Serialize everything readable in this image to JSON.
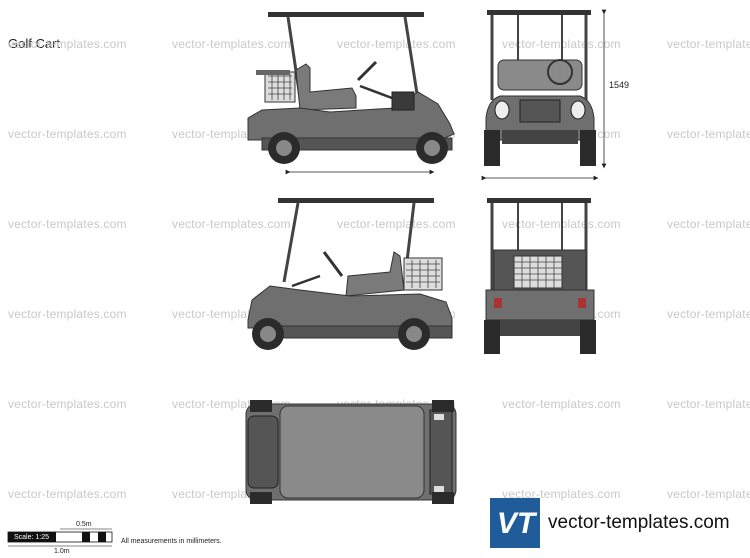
{
  "title": "Golf Cart",
  "watermark": "vector-templates.com",
  "dimension_height": "1549",
  "scale": {
    "label": "Scale: 1:25",
    "half": "0.5m",
    "full": "1.0m"
  },
  "note": "All measurements in millimeters.",
  "brand": {
    "logo_text": "VT",
    "url": "vector-templates.com",
    "logo_color": "#1f5c99"
  },
  "colors": {
    "body": "#6f6f6f",
    "dark": "#3a3a3a",
    "light": "#9a9a9a",
    "tire": "#2b2b2b"
  }
}
